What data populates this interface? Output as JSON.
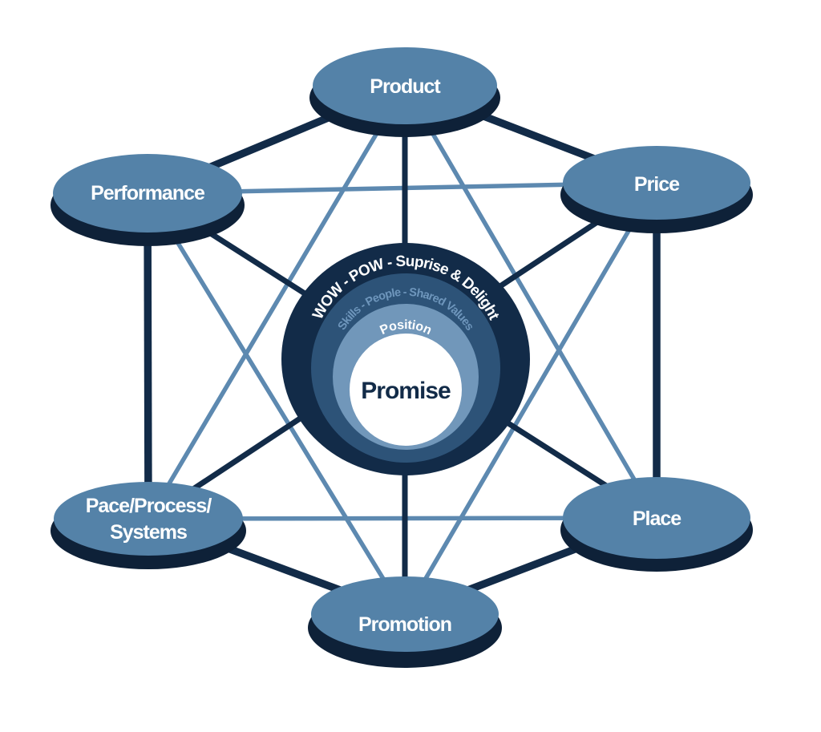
{
  "diagram": {
    "nodes": [
      {
        "label": "Product"
      },
      {
        "label": "Price"
      },
      {
        "label": "Performance"
      },
      {
        "label_line1": "Pace/Process/",
        "label_line2": "Systems"
      },
      {
        "label": "Place"
      },
      {
        "label": "Promotion"
      }
    ],
    "center": {
      "outer_ring_label": "WOW - POW - Suprise & Delight",
      "middle_ring_label": "Skills - People - Shared Values",
      "inner_ring_label": "Position",
      "core_label": "Promise"
    },
    "colors": {
      "background": "#ffffff",
      "dark_navy": "#122b48",
      "shadow_navy": "#0e2138",
      "node_fill": "#5482a8",
      "light_connector": "#5d89b0",
      "middle_ring": "#2d5378",
      "inner_ring": "#7197ba",
      "middle_ring_text": "#6e96bc",
      "label_text": "#ffffff"
    }
  }
}
